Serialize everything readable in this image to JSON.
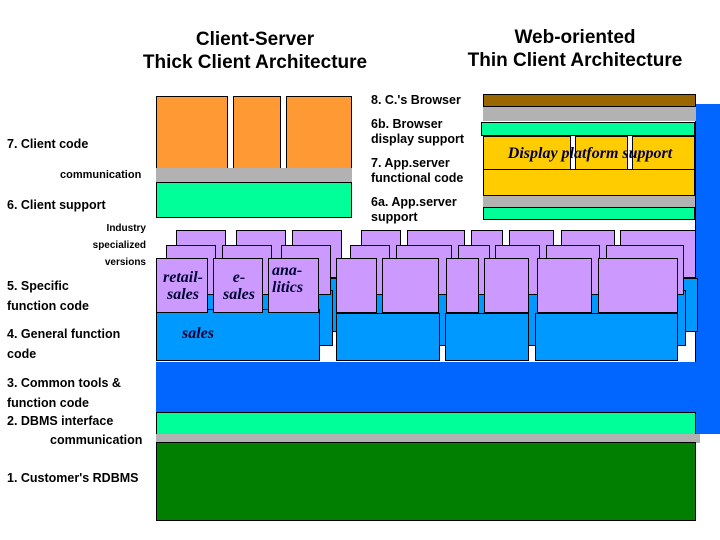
{
  "titles": {
    "left": "Client-Server\nThick Client Architecture",
    "right": "Web-oriented\nThin Client Architecture"
  },
  "left_labels": {
    "client_code": "7. Client code",
    "communication_top": "communication",
    "client_support": "6. Client support",
    "industry": "Industry\nspecialized\nversions",
    "specific": "5. Specific\nfunction code",
    "general": "4. General function\ncode",
    "common": "3. Common tools &\nfunction code",
    "dbms_interface": "2. DBMS interface",
    "communication_bottom": "communication",
    "rdbms": "1. Customer's RDBMS"
  },
  "middle_labels": {
    "browser": "8. C.'s Browser",
    "browser_display": "6b. Browser\ndisplay support",
    "app_code": "7. App.server\nfunctional code",
    "app_support": "6a. App.server\nsupport"
  },
  "box_texts": {
    "display_platform": "Display platform  support",
    "retail_sales": "retail-\nsales",
    "e_sales": "e-\nsales",
    "analitics": "ana-\nlitics",
    "sales": "sales"
  }
}
